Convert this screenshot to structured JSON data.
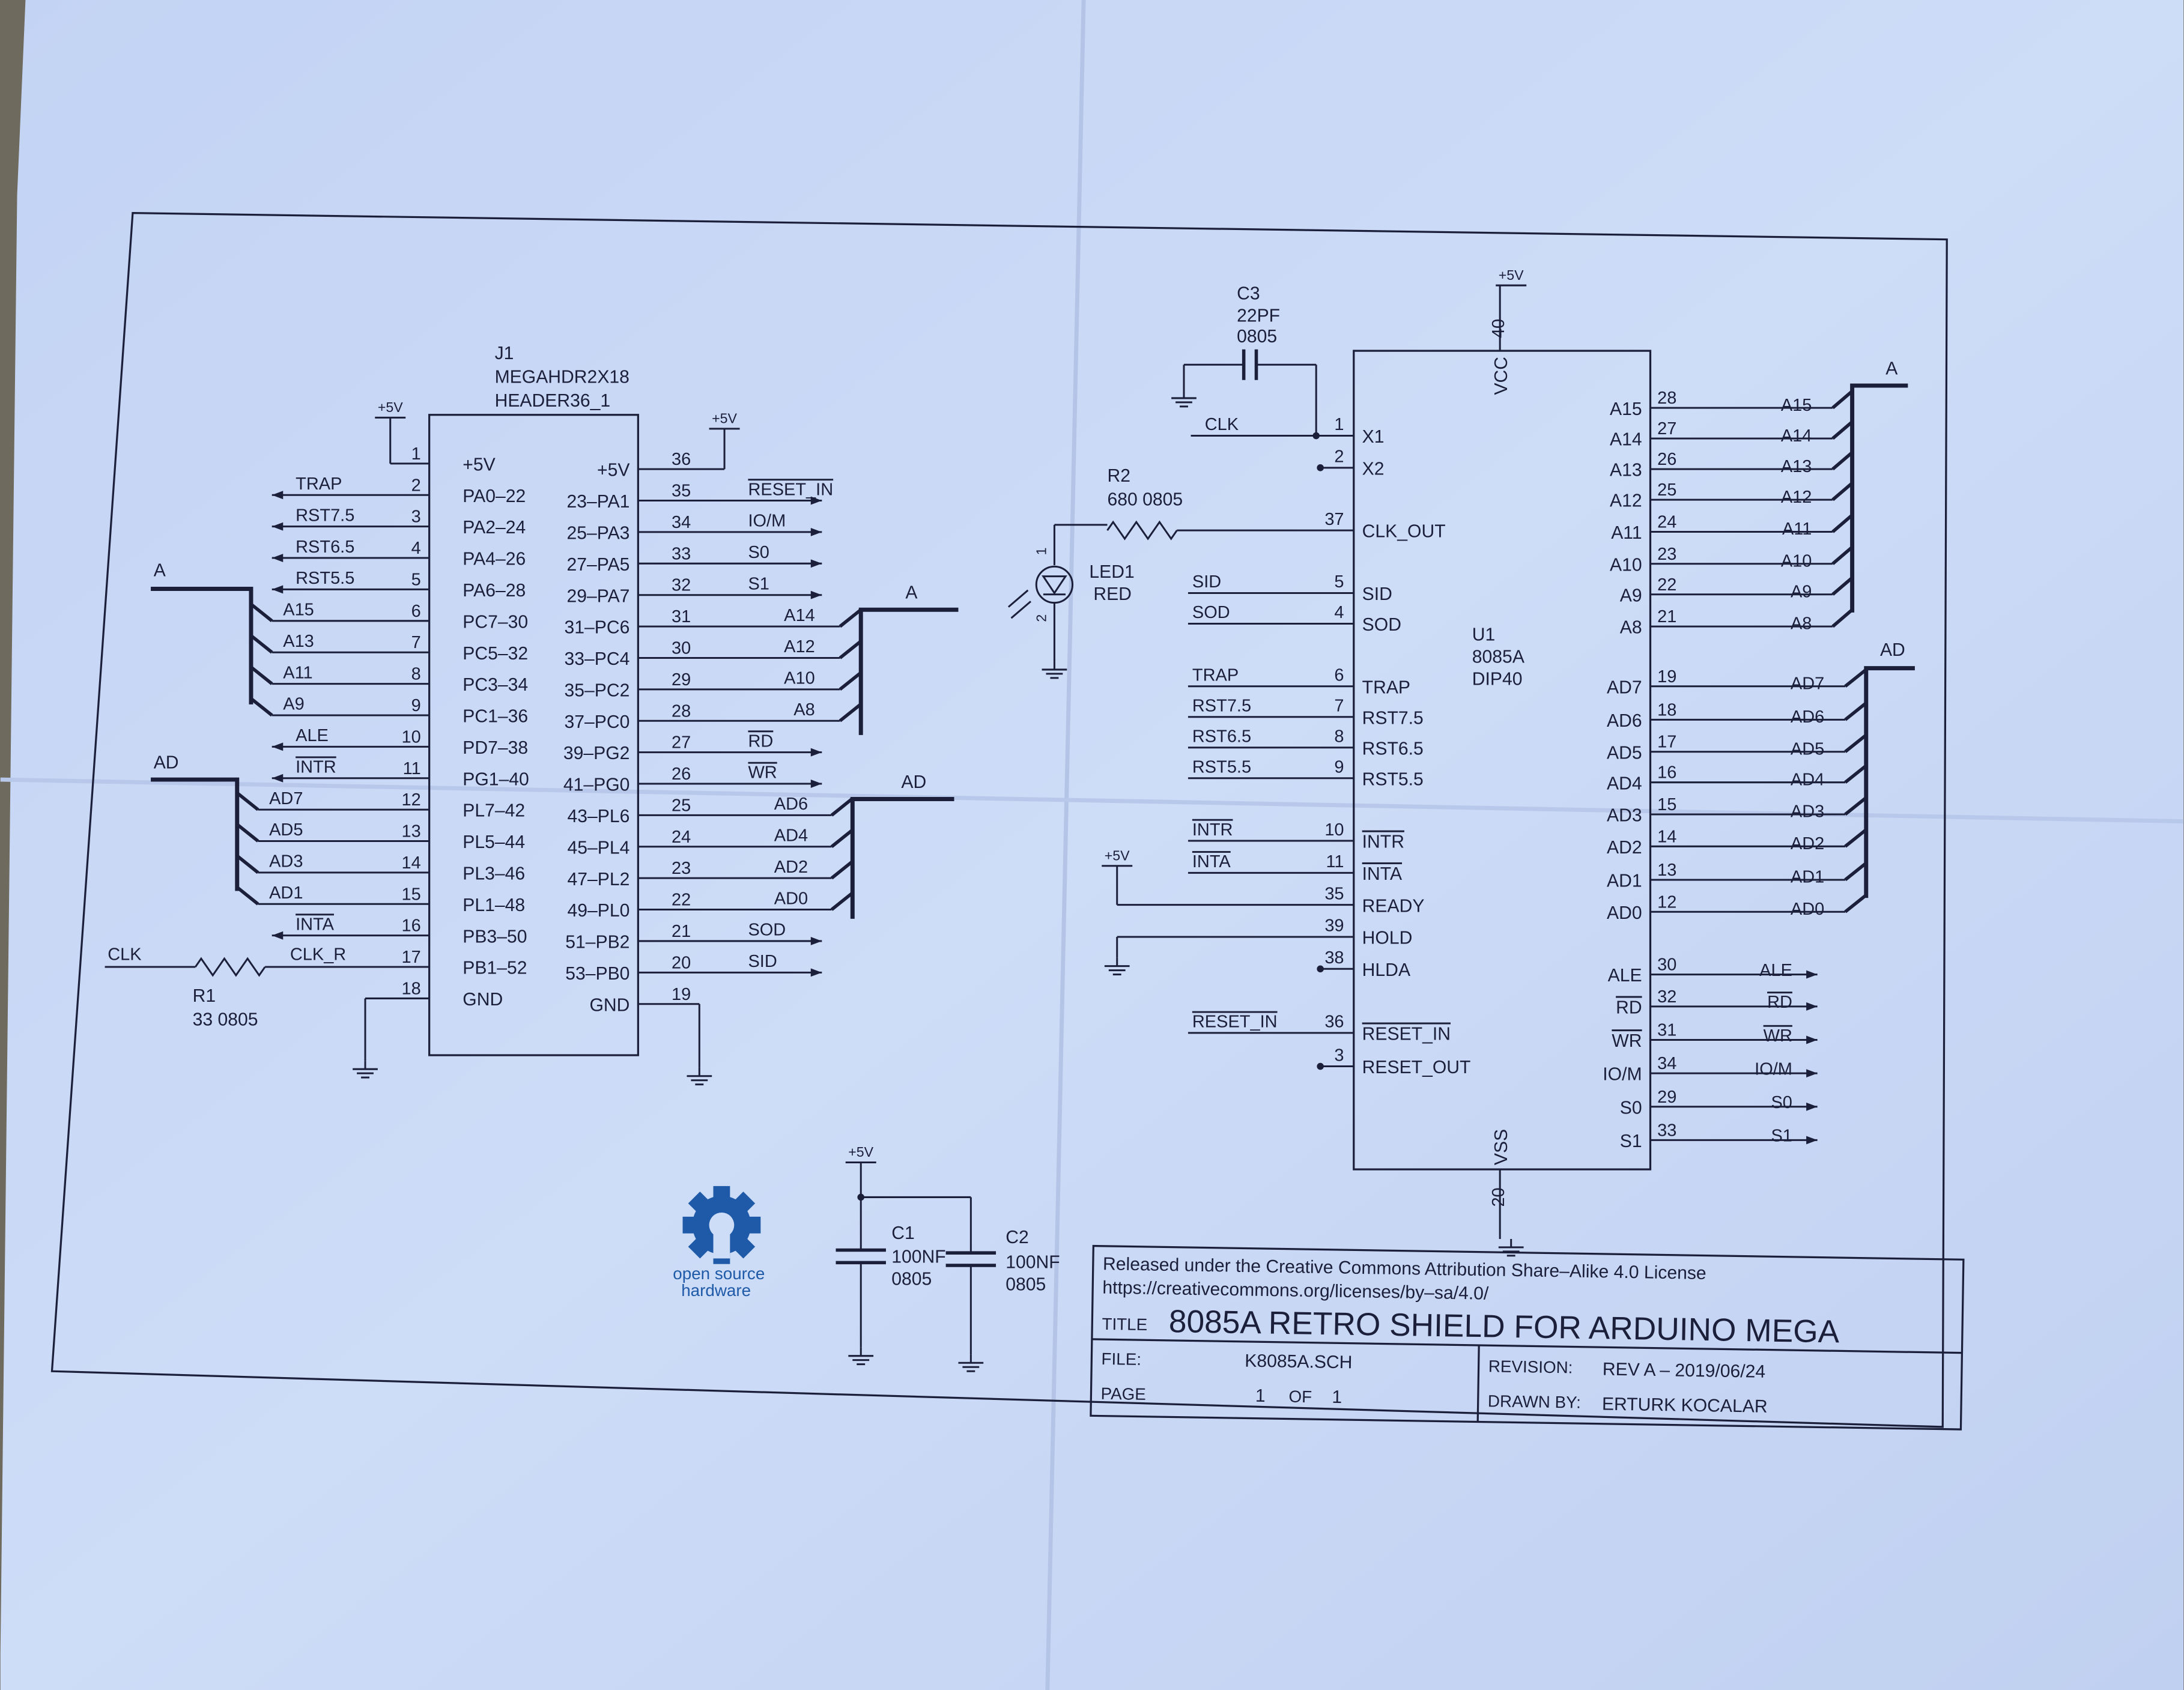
{
  "schematic": {
    "power_label": "+5V",
    "buses": {
      "a": "A",
      "ad": "AD"
    },
    "j1": {
      "ref": "J1",
      "value": "MEGAHDR2X18",
      "package": "HEADER36_1",
      "clk_net": "CLK",
      "left_pins": [
        {
          "num": "1",
          "name": "+5V",
          "net": ""
        },
        {
          "num": "2",
          "name": "PA0–22",
          "net": "TRAP"
        },
        {
          "num": "3",
          "name": "PA2–24",
          "net": "RST7.5"
        },
        {
          "num": "4",
          "name": "PA4–26",
          "net": "RST6.5"
        },
        {
          "num": "5",
          "name": "PA6–28",
          "net": "RST5.5"
        },
        {
          "num": "6",
          "name": "PC7–30",
          "net": "A15"
        },
        {
          "num": "7",
          "name": "PC5–32",
          "net": "A13"
        },
        {
          "num": "8",
          "name": "PC3–34",
          "net": "A11"
        },
        {
          "num": "9",
          "name": "PC1–36",
          "net": "A9"
        },
        {
          "num": "10",
          "name": "PD7–38",
          "net": "ALE"
        },
        {
          "num": "11",
          "name": "PG1–40",
          "net": "INTR"
        },
        {
          "num": "12",
          "name": "PL7–42",
          "net": "AD7"
        },
        {
          "num": "13",
          "name": "PL5–44",
          "net": "AD5"
        },
        {
          "num": "14",
          "name": "PL3–46",
          "net": "AD3"
        },
        {
          "num": "15",
          "name": "PL1–48",
          "net": "AD1"
        },
        {
          "num": "16",
          "name": "PB3–50",
          "net": "INTA"
        },
        {
          "num": "17",
          "name": "PB1–52",
          "net": "CLK_R"
        },
        {
          "num": "18",
          "name": "GND",
          "net": ""
        }
      ],
      "right_pins": [
        {
          "num": "36",
          "name": "+5V",
          "net": ""
        },
        {
          "num": "35",
          "name": "23–PA1",
          "net": "RESET_IN"
        },
        {
          "num": "34",
          "name": "25–PA3",
          "net": "IO/M"
        },
        {
          "num": "33",
          "name": "27–PA5",
          "net": "S0"
        },
        {
          "num": "32",
          "name": "29–PA7",
          "net": "S1"
        },
        {
          "num": "31",
          "name": "31–PC6",
          "net": "A14"
        },
        {
          "num": "30",
          "name": "33–PC4",
          "net": "A12"
        },
        {
          "num": "29",
          "name": "35–PC2",
          "net": "A10"
        },
        {
          "num": "28",
          "name": "37–PC0",
          "net": "A8"
        },
        {
          "num": "27",
          "name": "39–PG2",
          "net": "RD"
        },
        {
          "num": "26",
          "name": "41–PG0",
          "net": "WR"
        },
        {
          "num": "25",
          "name": "43–PL6",
          "net": "AD6"
        },
        {
          "num": "24",
          "name": "45–PL4",
          "net": "AD4"
        },
        {
          "num": "23",
          "name": "47–PL2",
          "net": "AD2"
        },
        {
          "num": "22",
          "name": "49–PL0",
          "net": "AD0"
        },
        {
          "num": "21",
          "name": "51–PB2",
          "net": "SOD"
        },
        {
          "num": "20",
          "name": "53–PB0",
          "net": "SID"
        },
        {
          "num": "19",
          "name": "GND",
          "net": ""
        }
      ]
    },
    "u1": {
      "ref": "U1",
      "value": "8085A",
      "package": "DIP40",
      "vcc": {
        "num": "40",
        "name": "VCC"
      },
      "vss": {
        "num": "20",
        "name": "VSS"
      },
      "left_pins": [
        {
          "num": "1",
          "name": "X1",
          "net": "CLK"
        },
        {
          "num": "2",
          "name": "X2",
          "net": ""
        },
        {
          "num": "37",
          "name": "CLK_OUT",
          "net": ""
        },
        {
          "num": "5",
          "name": "SID",
          "net": "SID"
        },
        {
          "num": "4",
          "name": "SOD",
          "net": "SOD"
        },
        {
          "num": "6",
          "name": "TRAP",
          "net": "TRAP"
        },
        {
          "num": "7",
          "name": "RST7.5",
          "net": "RST7.5"
        },
        {
          "num": "8",
          "name": "RST6.5",
          "net": "RST6.5"
        },
        {
          "num": "9",
          "name": "RST5.5",
          "net": "RST5.5"
        },
        {
          "num": "10",
          "name": "INTR",
          "net": "INTR"
        },
        {
          "num": "11",
          "name": "INTA",
          "net": "INTA"
        },
        {
          "num": "35",
          "name": "READY",
          "net": ""
        },
        {
          "num": "39",
          "name": "HOLD",
          "net": ""
        },
        {
          "num": "38",
          "name": "HLDA",
          "net": ""
        },
        {
          "num": "36",
          "name": "RESET_IN",
          "net": "RESET_IN"
        },
        {
          "num": "3",
          "name": "RESET_OUT",
          "net": ""
        }
      ],
      "right_pins": [
        {
          "num": "28",
          "name": "A15",
          "net": "A15"
        },
        {
          "num": "27",
          "name": "A14",
          "net": "A14"
        },
        {
          "num": "26",
          "name": "A13",
          "net": "A13"
        },
        {
          "num": "25",
          "name": "A12",
          "net": "A12"
        },
        {
          "num": "24",
          "name": "A11",
          "net": "A11"
        },
        {
          "num": "23",
          "name": "A10",
          "net": "A10"
        },
        {
          "num": "22",
          "name": "A9",
          "net": "A9"
        },
        {
          "num": "21",
          "name": "A8",
          "net": "A8"
        },
        {
          "num": "19",
          "name": "AD7",
          "net": "AD7"
        },
        {
          "num": "18",
          "name": "AD6",
          "net": "AD6"
        },
        {
          "num": "17",
          "name": "AD5",
          "net": "AD5"
        },
        {
          "num": "16",
          "name": "AD4",
          "net": "AD4"
        },
        {
          "num": "15",
          "name": "AD3",
          "net": "AD3"
        },
        {
          "num": "14",
          "name": "AD2",
          "net": "AD2"
        },
        {
          "num": "13",
          "name": "AD1",
          "net": "AD1"
        },
        {
          "num": "12",
          "name": "AD0",
          "net": "AD0"
        },
        {
          "num": "30",
          "name": "ALE",
          "net": "ALE"
        },
        {
          "num": "32",
          "name": "RD",
          "net": "RD"
        },
        {
          "num": "31",
          "name": "WR",
          "net": "WR"
        },
        {
          "num": "34",
          "name": "IO/M",
          "net": "IO/M"
        },
        {
          "num": "29",
          "name": "S0",
          "net": "S0"
        },
        {
          "num": "33",
          "name": "S1",
          "net": "S1"
        }
      ]
    },
    "r1": {
      "ref": "R1",
      "value": "33  0805"
    },
    "r2": {
      "ref": "R2",
      "value": "680  0805"
    },
    "led1": {
      "ref": "LED1",
      "value": "RED",
      "pin1": "1",
      "pin2": "2"
    },
    "c1": {
      "ref": "C1",
      "value": "100NF",
      "package": "0805"
    },
    "c2": {
      "ref": "C2",
      "value": "100NF",
      "package": "0805"
    },
    "c3": {
      "ref": "C3",
      "value": "22PF",
      "package": "0805"
    },
    "logo": {
      "line1": "open source",
      "line2": "hardware"
    }
  },
  "title_block": {
    "license_line": "Released under the Creative Commons Attribution Share–Alike 4.0 License",
    "license_url": "https://creativecommons.org/licenses/by–sa/4.0/",
    "title_label": "TITLE",
    "title": "8085A RETRO SHIELD FOR ARDUINO MEGA",
    "file_label": "FILE:",
    "file": "K8085A.SCH",
    "page_label": "PAGE",
    "page": "1",
    "of_label": "OF",
    "page_total": "1",
    "revision_label": "REVISION:",
    "revision": "REV A – 2019/06/24",
    "drawn_by_label": "DRAWN BY:",
    "drawn_by": "ERTURK KOCALAR"
  }
}
